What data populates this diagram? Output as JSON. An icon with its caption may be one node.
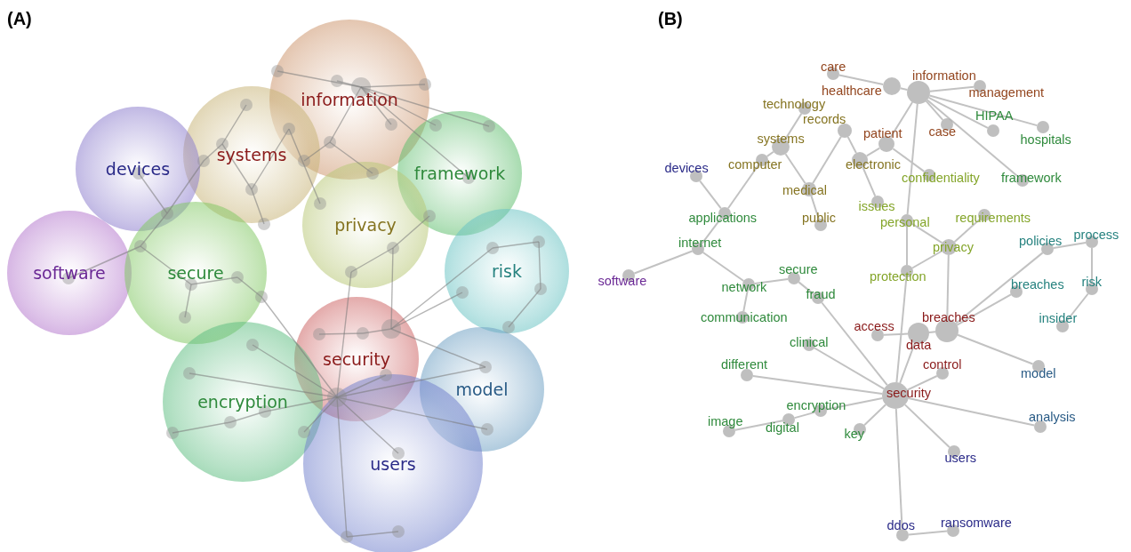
{
  "diagram": {
    "nodes": [
      {
        "text": [
          "information"
        ]
      },
      {
        "text": [
          "systems"
        ]
      },
      {
        "text": [
          "devices"
        ]
      },
      {
        "text": [
          "framework"
        ]
      },
      {
        "text": [
          "privacy"
        ]
      },
      {
        "text": [
          "software"
        ]
      },
      {
        "text": [
          "secure"
        ]
      },
      {
        "text": [
          "risk"
        ]
      },
      {
        "text": [
          "security"
        ]
      },
      {
        "text": [
          "encryption"
        ]
      },
      {
        "text": [
          "model"
        ]
      },
      {
        "text": [
          "users"
        ]
      },
      {
        "text": [
          "care"
        ]
      },
      {
        "text": [
          "information"
        ]
      },
      {
        "text": [
          "healthcare"
        ]
      },
      {
        "text": [
          "management"
        ]
      },
      {
        "text": [
          "technology"
        ]
      },
      {
        "text": [
          "HIPAA"
        ]
      },
      {
        "text": [
          "hospitals"
        ]
      },
      {
        "text": [
          "records"
        ]
      },
      {
        "text": [
          "case"
        ]
      },
      {
        "text": [
          "patient"
        ]
      },
      {
        "text": [
          "systems"
        ]
      },
      {
        "text": [
          "computer"
        ]
      },
      {
        "text": [
          "electronic"
        ]
      },
      {
        "text": [
          "devices"
        ]
      },
      {
        "text": [
          "confidentiality"
        ]
      },
      {
        "text": [
          "framework"
        ]
      },
      {
        "text": [
          "medical"
        ]
      },
      {
        "text": [
          "issues"
        ]
      },
      {
        "text": [
          "applications"
        ]
      },
      {
        "text": [
          "requirements"
        ]
      },
      {
        "text": [
          "personal"
        ]
      },
      {
        "text": [
          "public"
        ]
      },
      {
        "text": [
          "policies"
        ]
      },
      {
        "text": [
          "process"
        ]
      },
      {
        "text": [
          "internet"
        ]
      },
      {
        "text": [
          "privacy"
        ]
      },
      {
        "text": [
          "protection"
        ]
      },
      {
        "text": [
          "secure"
        ]
      },
      {
        "text": [
          "software"
        ]
      },
      {
        "text": [
          "network"
        ]
      },
      {
        "text": [
          "breaches"
        ]
      },
      {
        "text": [
          "risk"
        ]
      },
      {
        "text": [
          "fraud"
        ]
      },
      {
        "text": [
          "communication"
        ]
      },
      {
        "text": [
          "breaches"
        ]
      },
      {
        "text": [
          "access"
        ]
      },
      {
        "text": [
          "insider"
        ]
      },
      {
        "text": [
          "data"
        ]
      },
      {
        "text": [
          "clinical"
        ]
      },
      {
        "text": [
          "control"
        ]
      },
      {
        "text": [
          "model"
        ]
      },
      {
        "text": [
          "different"
        ]
      },
      {
        "text": [
          "security"
        ]
      },
      {
        "text": [
          "encryption"
        ]
      },
      {
        "text": [
          "digital"
        ]
      },
      {
        "text": [
          "analysis"
        ]
      },
      {
        "text": [
          "image"
        ]
      },
      {
        "text": [
          "key"
        ]
      },
      {
        "text": [
          "users"
        ]
      },
      {
        "text": [
          "ransomware"
        ]
      },
      {
        "text": [
          "ddos"
        ]
      }
    ],
    "edges": [
      {
        "from": 12,
        "to": 14,
        "arrow": "none"
      },
      {
        "from": 14,
        "to": 13,
        "arrow": "none"
      },
      {
        "from": 13,
        "to": 15,
        "arrow": "none"
      },
      {
        "from": 13,
        "to": 17,
        "arrow": "none"
      },
      {
        "from": 13,
        "to": 18,
        "arrow": "none"
      },
      {
        "from": 13,
        "to": 20,
        "arrow": "none"
      },
      {
        "from": 13,
        "to": 21,
        "arrow": "none"
      },
      {
        "from": 13,
        "to": 27,
        "arrow": "none"
      },
      {
        "from": 13,
        "to": 32,
        "arrow": "none"
      },
      {
        "from": 16,
        "to": 22,
        "arrow": "none"
      },
      {
        "from": 22,
        "to": 23,
        "arrow": "none"
      },
      {
        "from": 22,
        "to": 28,
        "arrow": "none"
      },
      {
        "from": 23,
        "to": 30,
        "arrow": "none"
      },
      {
        "from": 25,
        "to": 30,
        "arrow": "none"
      },
      {
        "from": 19,
        "to": 28,
        "arrow": "none"
      },
      {
        "from": 19,
        "to": 24,
        "arrow": "none"
      },
      {
        "from": 21,
        "to": 24,
        "arrow": "none"
      },
      {
        "from": 21,
        "to": 26,
        "arrow": "none"
      },
      {
        "from": 24,
        "to": 29,
        "arrow": "none"
      },
      {
        "from": 28,
        "to": 33,
        "arrow": "none"
      },
      {
        "from": 30,
        "to": 36,
        "arrow": "none"
      },
      {
        "from": 36,
        "to": 40,
        "arrow": "none"
      },
      {
        "from": 36,
        "to": 41,
        "arrow": "none"
      },
      {
        "from": 41,
        "to": 39,
        "arrow": "none"
      },
      {
        "from": 41,
        "to": 45,
        "arrow": "none"
      },
      {
        "from": 39,
        "to": 44,
        "arrow": "none"
      },
      {
        "from": 44,
        "to": 54,
        "arrow": "none"
      },
      {
        "from": 32,
        "to": 37,
        "arrow": "none"
      },
      {
        "from": 32,
        "to": 38,
        "arrow": "none"
      },
      {
        "from": 37,
        "to": 31,
        "arrow": "none"
      },
      {
        "from": 37,
        "to": 38,
        "arrow": "none"
      },
      {
        "from": 37,
        "to": 46,
        "arrow": "none"
      },
      {
        "from": 38,
        "to": 54,
        "arrow": "none"
      },
      {
        "from": 34,
        "to": 35,
        "arrow": "none"
      },
      {
        "from": 35,
        "to": 43,
        "arrow": "none"
      },
      {
        "from": 43,
        "to": 48,
        "arrow": "none"
      },
      {
        "from": 46,
        "to": 34,
        "arrow": "none"
      },
      {
        "from": 46,
        "to": 42,
        "arrow": "none"
      },
      {
        "from": 46,
        "to": 52,
        "arrow": "none"
      },
      {
        "from": 46,
        "to": 49,
        "arrow": "none"
      },
      {
        "from": 47,
        "to": 49,
        "arrow": "none"
      },
      {
        "from": 49,
        "to": 54,
        "arrow": "none"
      },
      {
        "from": 51,
        "to": 54,
        "arrow": "none"
      },
      {
        "from": 50,
        "to": 54,
        "arrow": "none"
      },
      {
        "from": 53,
        "to": 54,
        "arrow": "none"
      },
      {
        "from": 55,
        "to": 54,
        "arrow": "none"
      },
      {
        "from": 55,
        "to": 56,
        "arrow": "none"
      },
      {
        "from": 56,
        "to": 58,
        "arrow": "none"
      },
      {
        "from": 59,
        "to": 54,
        "arrow": "none"
      },
      {
        "from": 60,
        "to": 54,
        "arrow": "none"
      },
      {
        "from": 57,
        "to": 54,
        "arrow": "none"
      },
      {
        "from": 62,
        "to": 54,
        "arrow": "none"
      },
      {
        "from": 62,
        "to": 61,
        "arrow": "none"
      }
    ],
    "labels": [
      "(A)",
      "(B)"
    ]
  }
}
